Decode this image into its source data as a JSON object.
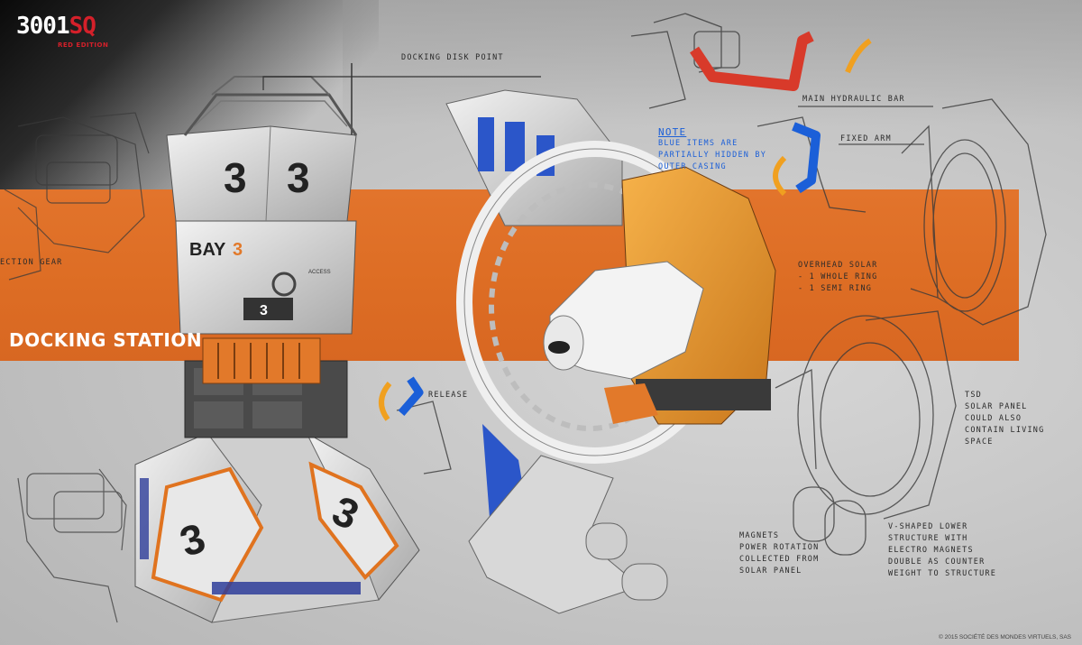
{
  "logo": {
    "mark_main": "3001",
    "mark_accent": "SQ",
    "edition": "RED EDITION"
  },
  "band_title": "DOCKING STATION",
  "tower": {
    "number": "3",
    "bay_label": "BAY",
    "bay_number": "3",
    "access_label": "ACCESS"
  },
  "annotations": {
    "docking_disk_point": "DOCKING DISK POINT",
    "section_gear": "ECTION GEAR",
    "main_hydraulic_bar": "MAIN HYDRAULIC BAR",
    "fixed_arm": "FIXED ARM",
    "note_title": "NOTE",
    "note_lines": [
      "BLUE ITEMS ARE",
      "PARTIALLY HIDDEN BY",
      "OUTER CASING"
    ],
    "overhead_solar": "OVERHEAD SOLAR",
    "overhead_items": [
      "- 1 WHOLE RING",
      "- 1 SEMI RING"
    ],
    "release": "RELEASE",
    "tsd_lines": [
      "TSD",
      "SOLAR PANEL",
      "COULD ALSO",
      "CONTAIN LIVING",
      "SPACE"
    ],
    "magnets_lines": [
      "MAGNETS",
      "POWER ROTATION",
      "COLLECTED FROM",
      "SOLAR PANEL"
    ],
    "vshape_lines": [
      "V-SHAPED LOWER",
      "STRUCTURE WITH",
      "ELECTRO MAGNETS",
      "DOUBLE AS COUNTER",
      "WEIGHT TO STRUCTURE"
    ]
  },
  "copyright": "© 2015 SOCIÉTÉ DES MONDES VIRTUELS, SAS",
  "colors": {
    "orange": "#dd6d24",
    "accent_red": "#d4202a",
    "blue": "#1b5fd8",
    "sketch": "#3a3a3a"
  }
}
